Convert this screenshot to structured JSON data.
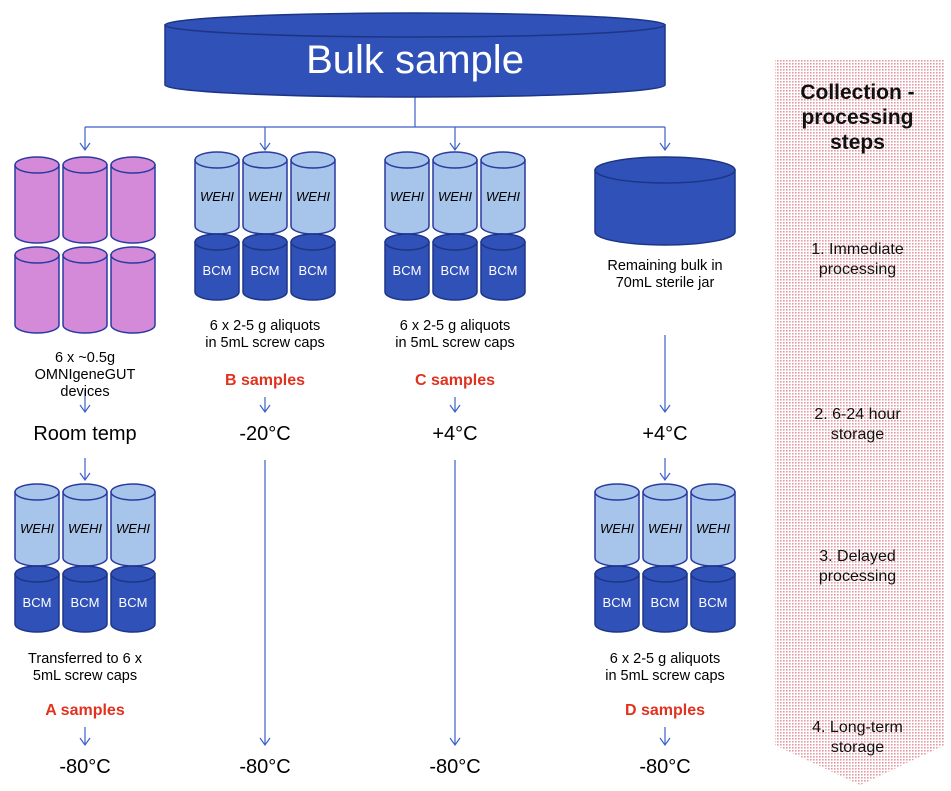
{
  "title": "Bulk sample",
  "columns": [
    {
      "top_tubes": {
        "color": "pink",
        "labels": [
          "",
          "",
          "",
          "",
          "",
          ""
        ]
      },
      "top_caption": [
        "6 x ~0.5g",
        "OMNIgeneGUT",
        "devices"
      ],
      "sample_label": "",
      "storage": "Room temp",
      "bottom_tubes": {
        "upper_label": "WEHI",
        "lower_label": "BCM"
      },
      "bottom_caption": [
        "Transferred to 6 x",
        "5mL screw caps"
      ],
      "bottom_sample_label": "A samples",
      "final": "-80°C"
    },
    {
      "top_tubes": {
        "color": "blue",
        "upper_label": "WEHI",
        "lower_label": "BCM"
      },
      "top_caption": [
        "6 x 2-5 g aliquots",
        "in 5mL screw caps"
      ],
      "sample_label": "B samples",
      "storage": "-20°C",
      "final": "-80°C"
    },
    {
      "top_tubes": {
        "color": "blue",
        "upper_label": "WEHI",
        "lower_label": "BCM"
      },
      "top_caption": [
        "6 x 2-5 g aliquots",
        "in 5mL screw caps"
      ],
      "sample_label": "C samples",
      "storage": "+4°C",
      "final": "-80°C"
    },
    {
      "top_caption": [
        "Remaining bulk in",
        "70mL sterile jar"
      ],
      "storage": "+4°C",
      "bottom_tubes": {
        "upper_label": "WEHI",
        "lower_label": "BCM"
      },
      "bottom_caption": [
        "6 x 2-5 g aliquots",
        "in 5mL screw caps"
      ],
      "bottom_sample_label": "D samples",
      "final": "-80°C"
    }
  ],
  "steps": {
    "heading": [
      "Collection -",
      "processing",
      "steps"
    ],
    "items": [
      [
        "1. Immediate",
        "processing"
      ],
      [
        "2. 6-24 hour",
        "storage"
      ],
      [
        "3. Delayed",
        "processing"
      ],
      [
        "4. Long-term",
        "storage"
      ]
    ]
  },
  "colors": {
    "dark_blue": "#2f51b8",
    "light_blue": "#a7c4ea",
    "pink": "#d48ad8",
    "arrow": "#3b5fc9",
    "sample_label": "#e0321e",
    "step_dots": "#e39aa0"
  }
}
